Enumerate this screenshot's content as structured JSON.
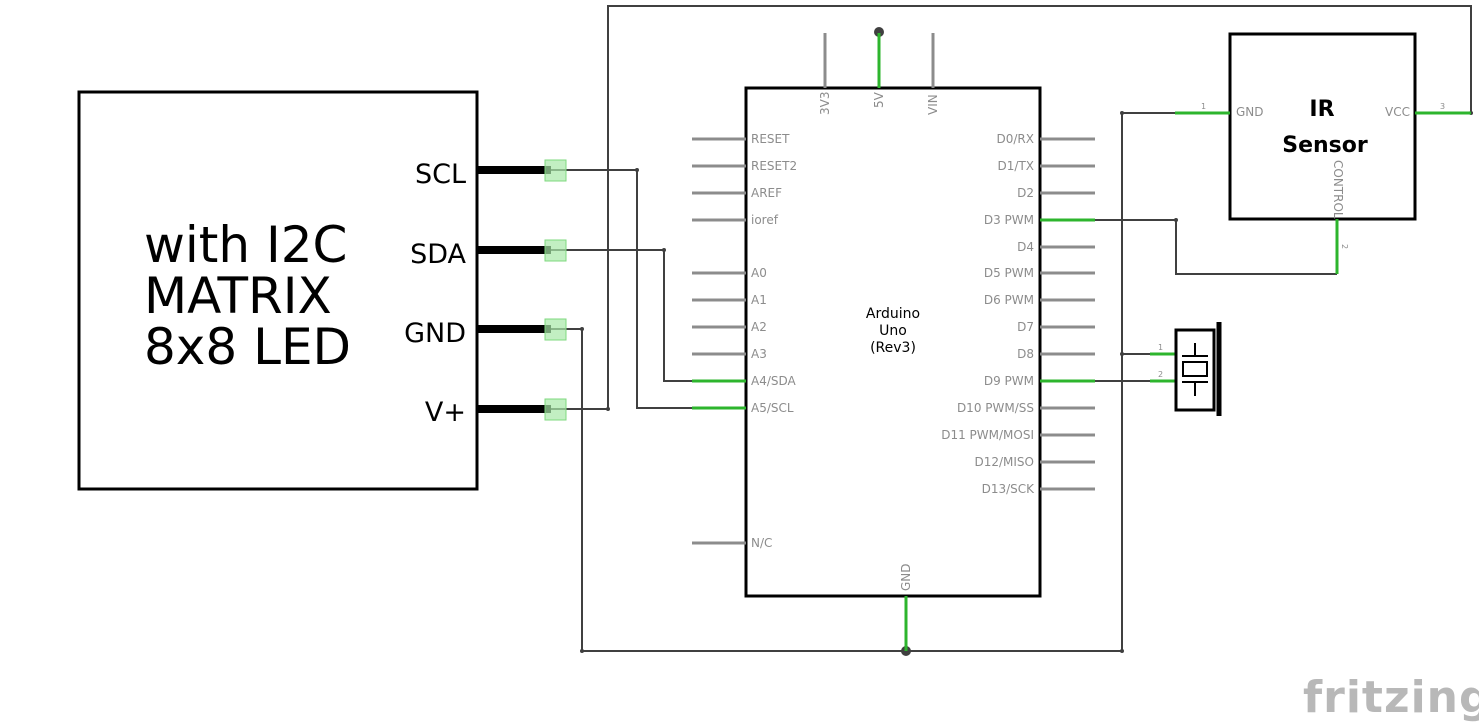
{
  "led_matrix": {
    "title_lines": [
      "with I2C",
      "MATRIX",
      "8x8 LED"
    ],
    "pins": [
      "SCL",
      "SDA",
      "GND",
      "V+"
    ]
  },
  "arduino": {
    "title_lines": [
      "Arduino",
      "Uno",
      "(Rev3)"
    ],
    "top_pins": [
      "3V3",
      "5V",
      "VIN"
    ],
    "left_pins": [
      "RESET",
      "RESET2",
      "AREF",
      "ioref",
      "A0",
      "A1",
      "A2",
      "A3",
      "A4/SDA",
      "A5/SCL",
      "N/C"
    ],
    "right_pins": [
      "D0/RX",
      "D1/TX",
      "D2",
      "D3 PWM",
      "D4",
      "D5 PWM",
      "D6 PWM",
      "D7",
      "D8",
      "D9 PWM",
      "D10 PWM/SS",
      "D11 PWM/MOSI",
      "D12/MISO",
      "D13/SCK"
    ],
    "bottom_pin": "GND"
  },
  "ir_sensor": {
    "title_lines": [
      "IR",
      "Sensor"
    ],
    "pin_gnd": "GND",
    "pin_vcc": "VCC",
    "pin_control": "CONTROL",
    "pin_numbers": [
      "1",
      "3",
      "2"
    ]
  },
  "buzzer": {
    "pin_numbers": [
      "1",
      "2"
    ]
  },
  "brand": "fritzing",
  "colors": {
    "connected_wire": "#2db52d",
    "wire": "#404040",
    "pin": "#8c8c8c"
  }
}
